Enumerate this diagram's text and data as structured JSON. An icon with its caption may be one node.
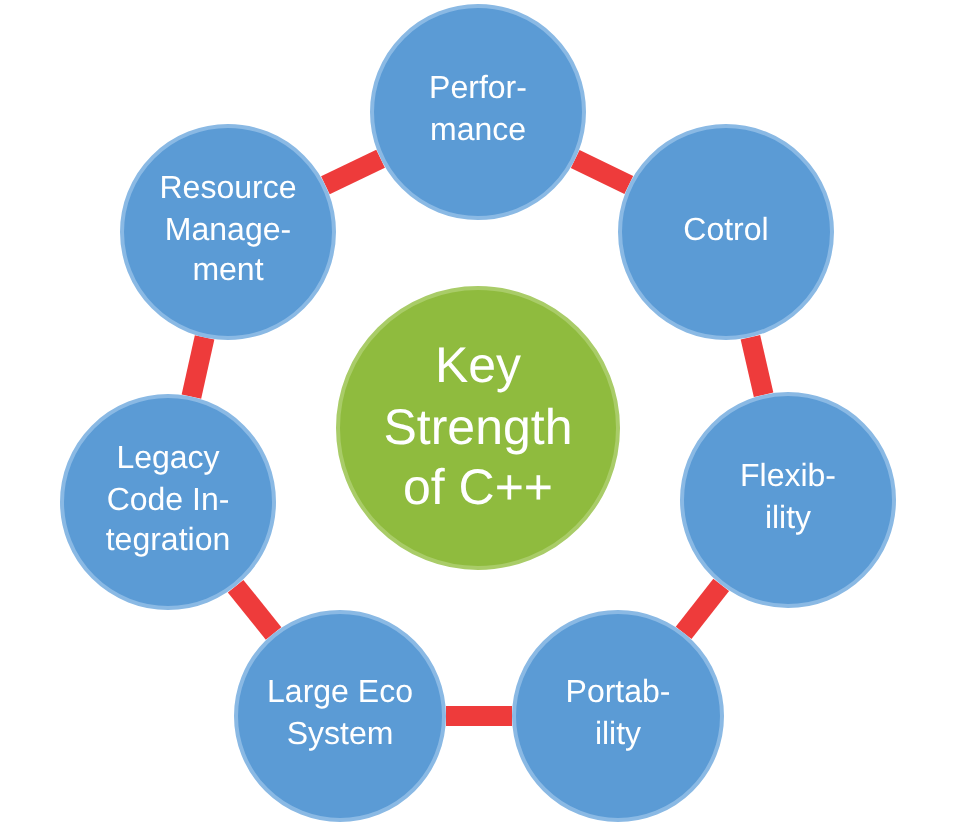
{
  "diagram": {
    "nodes": [
      {
        "text": [
          "Key Strength of C++"
        ]
      },
      {
        "text": [
          "Perfor- mance"
        ]
      },
      {
        "text": [
          "Cotrol"
        ]
      },
      {
        "text": [
          "Flexib- ility"
        ]
      },
      {
        "text": [
          "Portab- ility"
        ]
      },
      {
        "text": [
          "Large Eco System"
        ]
      },
      {
        "text": [
          "Legacy Code In- tegration"
        ]
      },
      {
        "text": [
          "Resource Manage- ment"
        ]
      }
    ],
    "edges": [
      {
        "from": 1,
        "to": 2,
        "arrow": "none"
      },
      {
        "from": 2,
        "to": 3,
        "arrow": "none"
      },
      {
        "from": 3,
        "to": 4,
        "arrow": "none"
      },
      {
        "from": 4,
        "to": 5,
        "arrow": "none"
      },
      {
        "from": 5,
        "to": 6,
        "arrow": "none"
      },
      {
        "from": 6,
        "to": 7,
        "arrow": "none"
      },
      {
        "from": 7,
        "to": 1,
        "arrow": "none"
      }
    ]
  }
}
